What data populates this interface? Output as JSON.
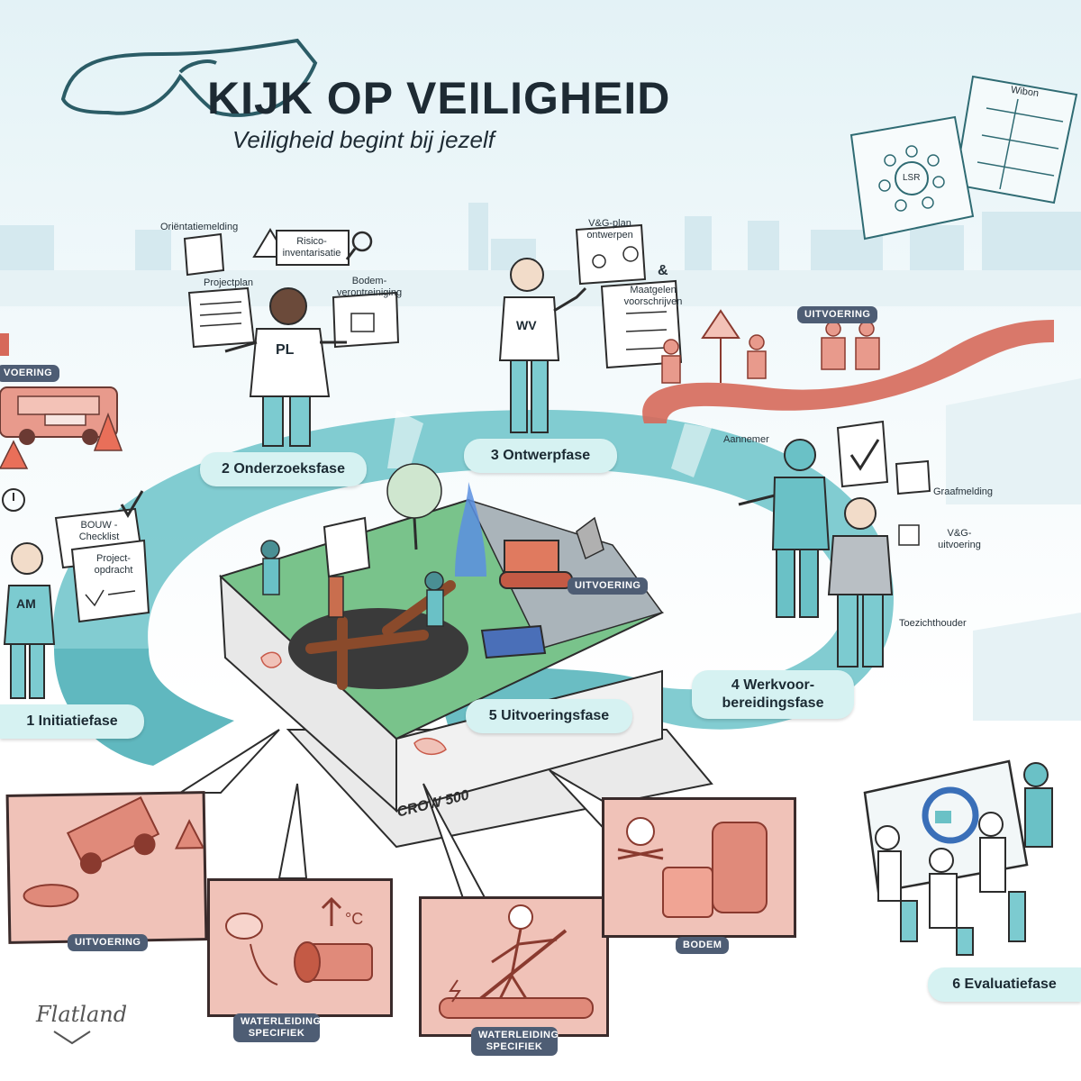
{
  "header": {
    "title": "KIJK OP VEILIGHEID",
    "subtitle": "Veiligheid begint bij jezelf"
  },
  "documents": {
    "wibon": "Wibon",
    "lsr": "LSR"
  },
  "phases": {
    "p1": "1 Initiatiefase",
    "p2": "2 Onderzoeksfase",
    "p3": "3 Ontwerpfase",
    "p4_line1": "4 Werkvoor-",
    "p4_line2": "bereidingsfase",
    "p5": "5 Uitvoeringsfase",
    "p6": "6 Evaluatiefase"
  },
  "phase2_labels": {
    "orientatie": "Oriëntatiemelding",
    "risico_1": "Risico-",
    "risico_2": "inventarisatie",
    "projectplan": "Projectplan",
    "bodem_1": "Bodem-",
    "bodem_2": "verontreiniging",
    "shirt": "PL"
  },
  "phase3_labels": {
    "vg_1": "V&G-plan",
    "vg_2": "ontwerpen",
    "amp": "&",
    "maat_1": "Maatgelen",
    "maat_2": "voorschrijven",
    "shirt": "WV"
  },
  "phase1_labels": {
    "bouw_1": "BOUW -",
    "bouw_2": "Checklist",
    "proj_1": "Project-",
    "proj_2": "opdracht",
    "shirt": "AM"
  },
  "phase4_labels": {
    "aannemer": "Aannemer",
    "graafmelding": "Graafmelding",
    "vg_1": "V&G-",
    "vg_2": "uitvoering",
    "toezicht": "Toezichthouder"
  },
  "tags": {
    "uitvoering_left": "VOERING",
    "uitvoering_road": "UITVOERING",
    "uitvoering_center": "UITVOERING",
    "uitvoering_panel": "UITVOERING",
    "bodem": "BODEM",
    "water1_1": "WATERLEIDING",
    "water1_2": "SPECIFIEK",
    "water2_1": "WATERLEIDING",
    "water2_2": "SPECIFIEK"
  },
  "crow": "CROW 500",
  "signature": "Flatland",
  "colors": {
    "teal": "#5fb8bf",
    "teal_dark": "#3a9aa3",
    "danger_panel": "#f0c2b8",
    "danger_ink": "#c85a4a",
    "tag_bg": "#4e5d74",
    "title": "#1d2a33"
  }
}
